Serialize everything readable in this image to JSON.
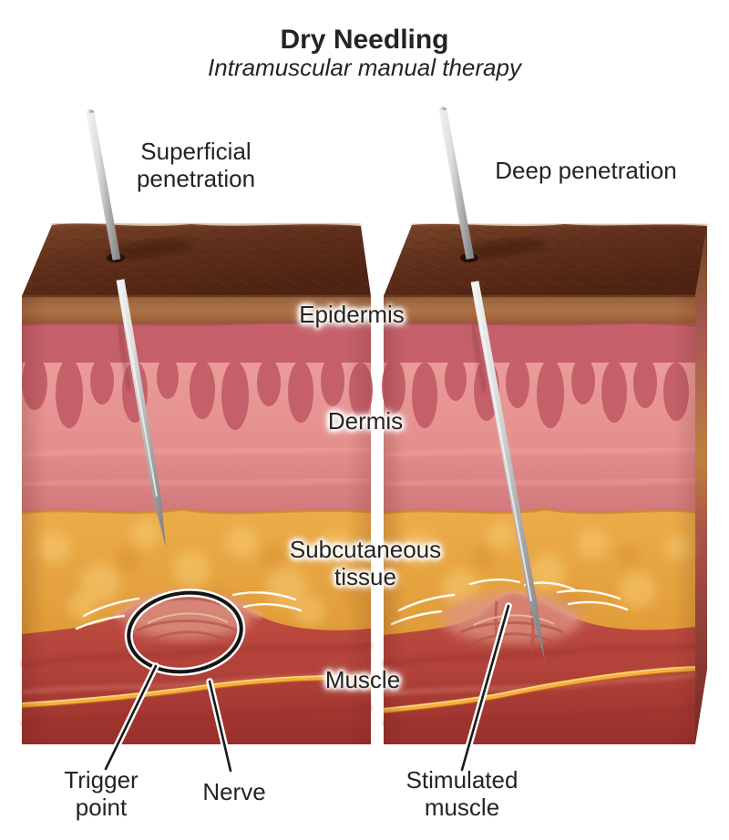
{
  "header": {
    "title": "Dry Needling",
    "subtitle": "Intramuscular manual therapy"
  },
  "panels": {
    "left_caption": "Superficial penetration",
    "right_caption": "Deep penetration"
  },
  "layers": {
    "epidermis": "Epidermis",
    "dermis": "Dermis",
    "subcutaneous": "Subcutaneous tissue",
    "muscle": "Muscle"
  },
  "annotations": {
    "trigger_point": "Trigger point",
    "nerve": "Nerve",
    "stimulated_muscle": "Stimulated muscle"
  },
  "palette": {
    "background": "#ffffff",
    "text": "#262322",
    "skin_surface": "#5f2f1a",
    "epidermis": "#b5774a",
    "dermis": "#ec9d99",
    "dermis_papillae": "#c5606a",
    "subcutaneous": "#e8a73f",
    "muscle": "#b9453d",
    "nerve": "#f6ae3e",
    "needle": "#c9c9c9"
  }
}
